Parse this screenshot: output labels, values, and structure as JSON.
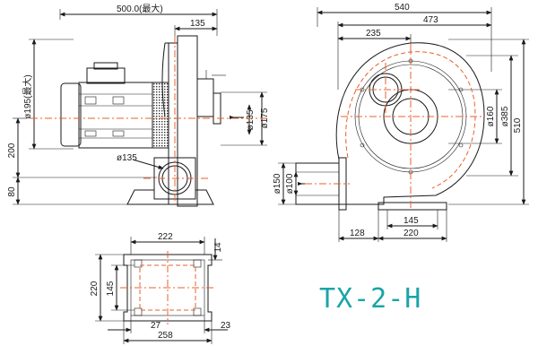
{
  "colors": {
    "line": "#1a1a1a",
    "centerline": "#e8612c",
    "model_text": "#1aa4a8"
  },
  "model": "TX-2-H",
  "side_view": {
    "total_length": "500.0(最大)",
    "outlet_offset": "135",
    "motor_diameter": "ø195(最大)",
    "inlet_diameter_small": "ø135",
    "inlet_diameter_large": "ø175",
    "outlet_diameter": "ø135",
    "height_200": "200",
    "height_80": "80"
  },
  "front_view": {
    "width_540": "540",
    "width_473": "473",
    "width_235": "235",
    "height_510": "510",
    "dia_385": "ø385",
    "dia_160": "ø160",
    "outlet_150": "ø150",
    "outlet_100": "ø100",
    "base_145": "145",
    "base_128": "128",
    "base_220": "220"
  },
  "base_view": {
    "width_222": "222",
    "width_14": "14",
    "height_220": "220",
    "height_145": "145",
    "bottom_27": "27",
    "bottom_23": "23",
    "bottom_258": "258"
  }
}
